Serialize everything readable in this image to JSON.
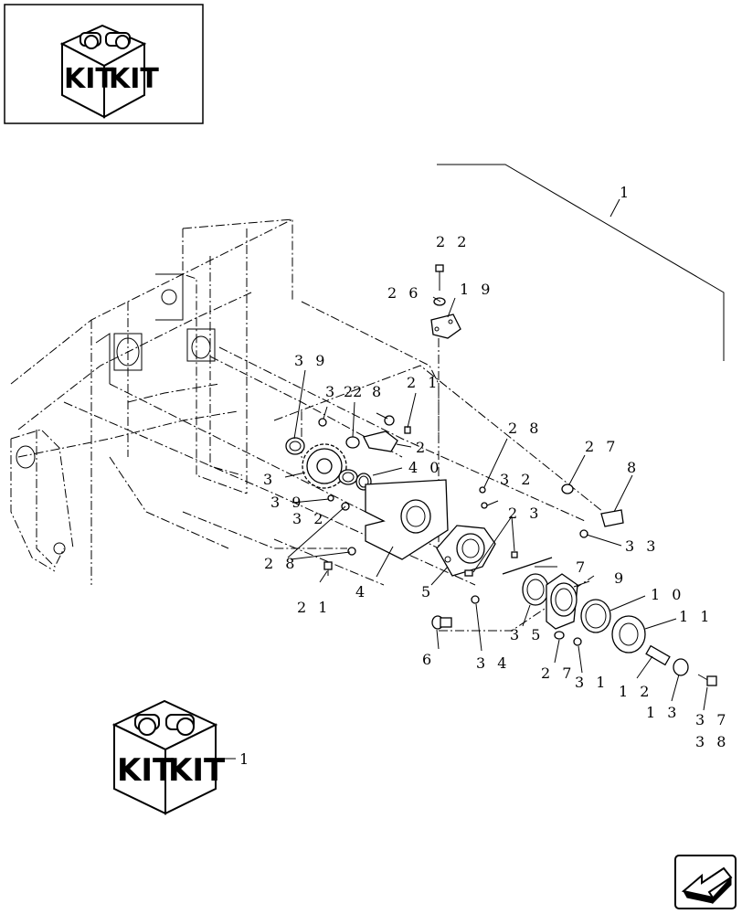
{
  "kit_box_top": {
    "left_face_text": "KIT",
    "right_face_text": "KIT"
  },
  "kit_box_bottom": {
    "left_face_text": "KIT",
    "right_face_text": "KIT",
    "callout": "1"
  },
  "assembly_callout": "1",
  "callouts": {
    "c22a": "2 2",
    "c26": "2 6",
    "c19": "1 9",
    "c39a": "3 9",
    "c21a": "2 1",
    "c3a": "3",
    "c22b": "22",
    "c8a": "8",
    "c2": "2",
    "c3b": "3",
    "c39b": "3 9",
    "c40": "4 0",
    "c32a": "3 2",
    "c28a": "2 8",
    "c32b": "3 2",
    "c27a": "2 7",
    "c8b": "8",
    "c23": "2 3",
    "c33": "3 3",
    "c28b": "2 8",
    "c7": "7",
    "c21b": "2 1",
    "c4": "4",
    "c5": "5",
    "c9": "9",
    "c10": "1 0",
    "c11": "1 1",
    "c35": "3 5",
    "c6": "6",
    "c34": "3 4",
    "c27b": "2 7",
    "c31": "3 1",
    "c12": "1 2",
    "c13": "1 3",
    "c37": "3 7",
    "c38": "3 8"
  },
  "nav_button": {
    "icon": "arrow-back-icon"
  }
}
